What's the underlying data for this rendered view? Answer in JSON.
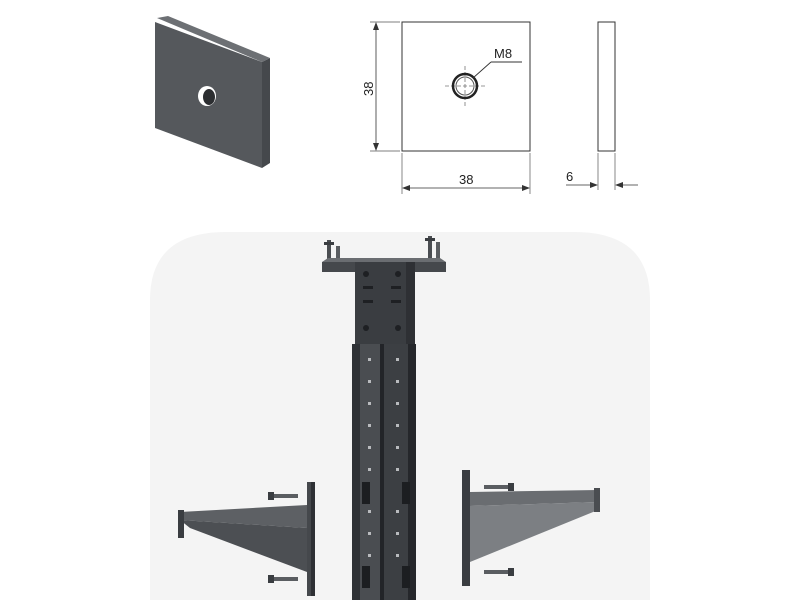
{
  "drawing": {
    "plate_width": "38",
    "plate_height": "38",
    "plate_thickness": "6",
    "hole_label": "M8"
  },
  "colors": {
    "steel": "#55585c",
    "steel_dark": "#3a3d41",
    "steel_light": "#8a8d91",
    "line": "#333333",
    "panel_bg": "#f4f4f4"
  },
  "icons": {
    "plate_3d": "square-plate-with-hole",
    "column": "upright-post-with-head-plate",
    "bracket_left": "cantilever-bracket-left",
    "bracket_right": "cantilever-bracket-right",
    "bolts": "bolt"
  }
}
